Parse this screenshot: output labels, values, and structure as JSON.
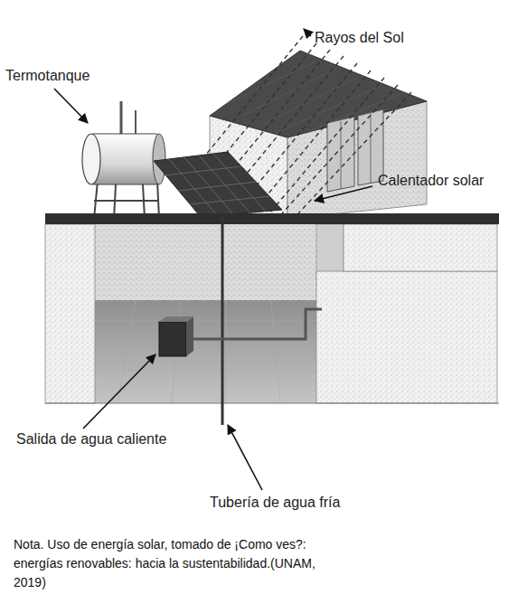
{
  "diagram": {
    "caption": "Nota. Uso de energía solar, tomado de ¡Como ves?: energías renovables: hacia la sustentabilidad.(UNAM, 2019)",
    "labels": [
      "Rayos del Sol",
      "Termotanque",
      "Calentador solar",
      "Salida de agua caliente",
      "Tubería de agua fría"
    ]
  }
}
